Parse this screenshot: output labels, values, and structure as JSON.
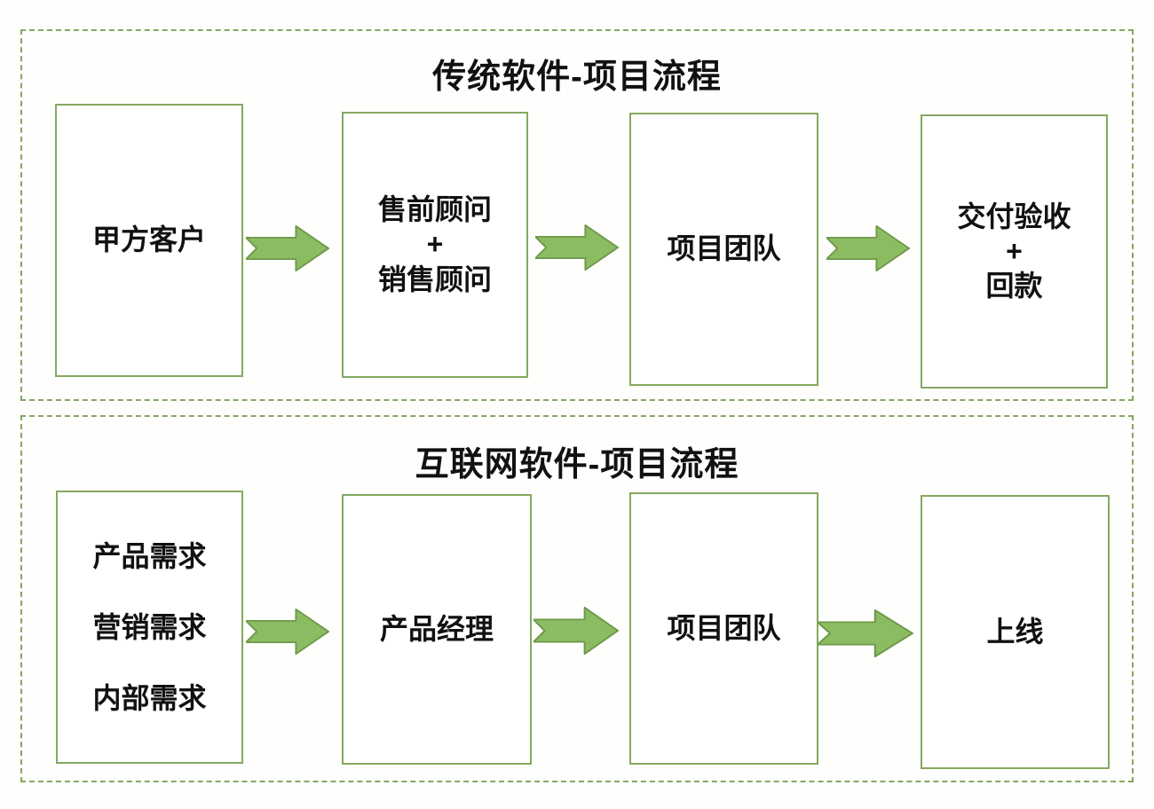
{
  "colors": {
    "box_border": "#85a860",
    "dashed_border": "#86a761",
    "arrow_fill": "#8cbc62",
    "arrow_stroke": "#6d9849",
    "text": "#111111",
    "page_bg": "#fefefc"
  },
  "sections": [
    {
      "title": "传统软件-项目流程",
      "boxes": [
        {
          "lines": [
            "甲方客户"
          ]
        },
        {
          "lines": [
            "售前顾问",
            "+",
            "销售顾问"
          ]
        },
        {
          "lines": [
            "项目团队"
          ]
        },
        {
          "lines": [
            "交付验收",
            "+",
            "回款"
          ]
        }
      ]
    },
    {
      "title": "互联网软件-项目流程",
      "boxes": [
        {
          "lines": [
            "产品需求",
            "营销需求",
            "内部需求"
          ]
        },
        {
          "lines": [
            "产品经理"
          ]
        },
        {
          "lines": [
            "项目团队"
          ]
        },
        {
          "lines": [
            "上线"
          ]
        }
      ]
    }
  ]
}
